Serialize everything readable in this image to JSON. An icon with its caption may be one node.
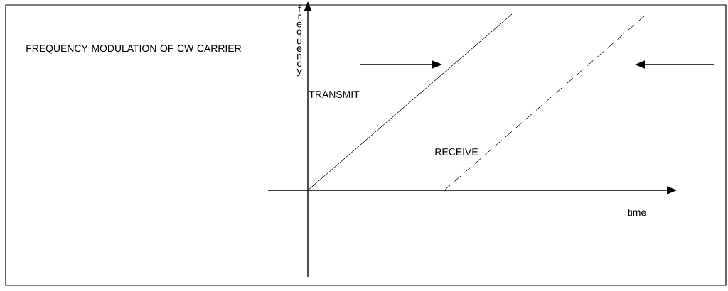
{
  "diagram": {
    "title": "FREQUENCY MODULATION OF CW CARRIER",
    "labels": [
      "frequency",
      "TRANSMIT",
      "RECEIVE",
      "time"
    ]
  }
}
